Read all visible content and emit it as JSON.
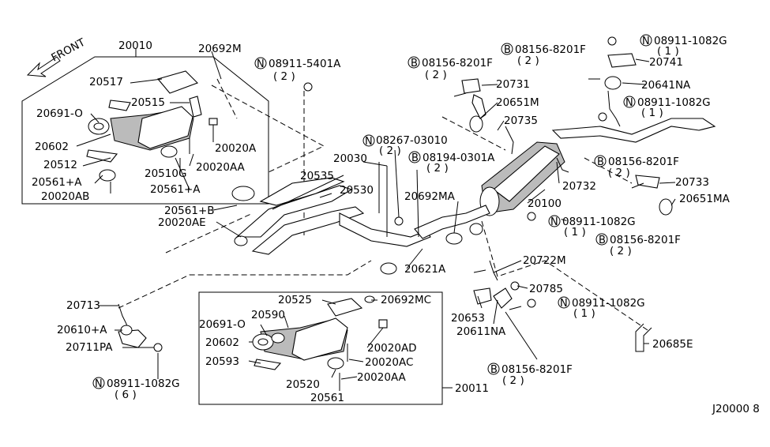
{
  "diagram": {
    "front_label": "FRONT",
    "code": "J20000 8",
    "labels": [
      {
        "id": "20010",
        "text": "20010"
      },
      {
        "id": "20692M",
        "text": "20692M"
      },
      {
        "id": "n-08911-5401A",
        "text": "08911-5401A"
      },
      {
        "id": "n-08911-5401A-qty",
        "text": "( 2 )"
      },
      {
        "id": "20517",
        "text": "20517"
      },
      {
        "id": "20515",
        "text": "20515"
      },
      {
        "id": "20691-o-a",
        "text": "20691-O"
      },
      {
        "id": "20602-a",
        "text": "20602"
      },
      {
        "id": "20512",
        "text": "20512"
      },
      {
        "id": "20561+A-a",
        "text": "20561+A"
      },
      {
        "id": "20020AB",
        "text": "20020AB"
      },
      {
        "id": "20510G",
        "text": "20510G"
      },
      {
        "id": "20020AA-a",
        "text": "20020AA"
      },
      {
        "id": "20561+A-b",
        "text": "20561+A"
      },
      {
        "id": "20020A",
        "text": "20020A"
      },
      {
        "id": "20535",
        "text": "20535"
      },
      {
        "id": "20030",
        "text": "20030"
      },
      {
        "id": "20530",
        "text": "20530"
      },
      {
        "id": "20561+B",
        "text": "20561+B"
      },
      {
        "id": "20020AE",
        "text": "20020AE"
      },
      {
        "id": "n-08267-03010",
        "text": "08267-03010"
      },
      {
        "id": "n-08267-03010-qty",
        "text": "( 2 )"
      },
      {
        "id": "b-08194-0301A",
        "text": "08194-0301A"
      },
      {
        "id": "b-08194-0301A-qty",
        "text": "( 2 )"
      },
      {
        "id": "20692MA",
        "text": "20692MA"
      },
      {
        "id": "20621A",
        "text": "20621A"
      },
      {
        "id": "b-08156-8201F-a",
        "text": "08156-8201F"
      },
      {
        "id": "b-08156-8201F-a-qty",
        "text": "( 2 )"
      },
      {
        "id": "b-08156-8201F-b",
        "text": "08156-8201F"
      },
      {
        "id": "b-08156-8201F-b-qty",
        "text": "( 2 )"
      },
      {
        "id": "n-08911-1082G-a",
        "text": "08911-1082G"
      },
      {
        "id": "n-08911-1082G-a-qty",
        "text": "( 1 )"
      },
      {
        "id": "20741",
        "text": "20741"
      },
      {
        "id": "20641NA",
        "text": "20641NA"
      },
      {
        "id": "n-08911-1082G-b",
        "text": "08911-1082G"
      },
      {
        "id": "n-08911-1082G-b-qty",
        "text": "( 1 )"
      },
      {
        "id": "20731",
        "text": "20731"
      },
      {
        "id": "20651M",
        "text": "20651M"
      },
      {
        "id": "20735",
        "text": "20735"
      },
      {
        "id": "b-08156-8201F-c",
        "text": "08156-8201F"
      },
      {
        "id": "b-08156-8201F-c-qty",
        "text": "( 2 )"
      },
      {
        "id": "20733",
        "text": "20733"
      },
      {
        "id": "20651MA",
        "text": "20651MA"
      },
      {
        "id": "20732",
        "text": "20732"
      },
      {
        "id": "20100",
        "text": "20100"
      },
      {
        "id": "n-08911-1082G-c",
        "text": "08911-1082G"
      },
      {
        "id": "n-08911-1082G-c-qty",
        "text": "( 1 )"
      },
      {
        "id": "b-08156-8201F-d",
        "text": "08156-8201F"
      },
      {
        "id": "b-08156-8201F-d-qty",
        "text": "( 2 )"
      },
      {
        "id": "20722M",
        "text": "20722M"
      },
      {
        "id": "20785",
        "text": "20785"
      },
      {
        "id": "20653",
        "text": "20653"
      },
      {
        "id": "n-08911-1082G-d",
        "text": "08911-1082G"
      },
      {
        "id": "n-08911-1082G-d-qty",
        "text": "( 1 )"
      },
      {
        "id": "20611NA",
        "text": "20611NA"
      },
      {
        "id": "20685E",
        "text": "20685E"
      },
      {
        "id": "b-08156-8201F-e",
        "text": "08156-8201F"
      },
      {
        "id": "b-08156-8201F-e-qty",
        "text": "( 2 )"
      },
      {
        "id": "20713",
        "text": "20713"
      },
      {
        "id": "20610+A",
        "text": "20610+A"
      },
      {
        "id": "20711PA",
        "text": "20711PA"
      },
      {
        "id": "n-08911-1082G-e",
        "text": "08911-1082G"
      },
      {
        "id": "n-08911-1082G-e-qty",
        "text": "( 6 )"
      },
      {
        "id": "20525",
        "text": "20525"
      },
      {
        "id": "20692MC",
        "text": "20692MC"
      },
      {
        "id": "20590",
        "text": "20590"
      },
      {
        "id": "20691-o-b",
        "text": "20691-O"
      },
      {
        "id": "20602-b",
        "text": "20602"
      },
      {
        "id": "20593",
        "text": "20593"
      },
      {
        "id": "20020AD",
        "text": "20020AD"
      },
      {
        "id": "20020AC",
        "text": "20020AC"
      },
      {
        "id": "20520",
        "text": "20520"
      },
      {
        "id": "20020AA-b",
        "text": "20020AA"
      },
      {
        "id": "20561",
        "text": "20561"
      },
      {
        "id": "20011",
        "text": "20011"
      }
    ],
    "markers": {
      "N": "N",
      "B": "B"
    }
  }
}
